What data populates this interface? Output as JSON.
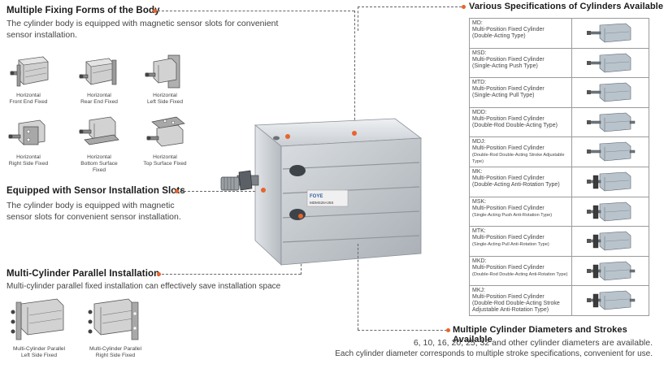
{
  "fixing": {
    "title": "Multiple Fixing Forms of the Body",
    "desc_line1": "The cylinder body is equipped with magnetic sensor slots for convenient",
    "desc_line2": "sensor installation.",
    "items": [
      {
        "line1": "Horizontal",
        "line2": "Front End Fixed"
      },
      {
        "line1": "Horizontal",
        "line2": "Rear End Fixed"
      },
      {
        "line1": "Horizontal",
        "line2": "Left Side Fixed"
      },
      {
        "line1": "Horizontal",
        "line2": "Right Side Fixed"
      },
      {
        "line1": "Horizontal",
        "line2": "Bottom Surface Fixed"
      },
      {
        "line1": "Horizontal",
        "line2": "Top Surface Fixed"
      }
    ]
  },
  "sensor": {
    "title": "Equipped with Sensor Installation Slots",
    "desc_line1": "The cylinder body is equipped with magnetic",
    "desc_line2": "sensor slots for convenient sensor installation."
  },
  "parallel": {
    "title": "Multi-Cylinder Parallel Installation",
    "desc": "Multi-cylinder parallel fixed installation can effectively save installation space",
    "items": [
      {
        "line1": "Multi-Cylinder Parallel",
        "line2": "Left Side Fixed"
      },
      {
        "line1": "Multi-Cylinder Parallel",
        "line2": "Right Side Fixed"
      }
    ]
  },
  "product": {
    "brand": "FOYE",
    "model": "MDMS25×25S"
  },
  "specs": {
    "title": "Various Specifications of Cylinders Available",
    "rows": [
      {
        "code": "MD:",
        "l1": "Multi-Position Fixed Cylinder",
        "l2": "(Double-Acting Type)",
        "l3": ""
      },
      {
        "code": "MSD:",
        "l1": "Multi-Position Fixed Cylinder",
        "l2": " (Single-Acting Push Type)",
        "l3": ""
      },
      {
        "code": "MTD:",
        "l1": "Multi-Position Fixed Cylinder",
        "l2": "(Single-Acting Pull Type)",
        "l3": ""
      },
      {
        "code": "MDD:",
        "l1": "Multi-Position Fixed Cylinder",
        "l2": "(Double-Rod Double-Acting Type)",
        "l3": ""
      },
      {
        "code": "MDJ:",
        "l1": "Multi-Position Fixed Cylinder",
        "l2": "(Double-Rod Double-Acting Stroke Adjustable Type)",
        "l3": ""
      },
      {
        "code": "MK:",
        "l1": "Multi-Position Fixed Cylinder",
        "l2": "(Double-Acting Anti-Rotation Type)",
        "l3": ""
      },
      {
        "code": "MSK:",
        "l1": "Multi-Position Fixed Cylinder",
        "l2": "(Single-Acting Push Anti-Rotation Type)",
        "l3": ""
      },
      {
        "code": "MTK:",
        "l1": "Multi-Position Fixed Cylinder",
        "l2": "(Single-Acting Pull Anti-Rotation Type)",
        "l3": ""
      },
      {
        "code": "MKD:",
        "l1": "Multi-Position Fixed Cylinder",
        "l2": "(Double-Rod Double-Acting Anti-Rotation Type)",
        "l3": ""
      },
      {
        "code": "MKJ:",
        "l1": "Multi-Position Fixed Cylinder",
        "l2": "(Double-Rod Double-Acting Stroke",
        "l3": "Adjustable Anti-Rotation Type)"
      }
    ]
  },
  "diameters": {
    "title": "Multiple Cylinder Diameters and Strokes Available",
    "desc_line1": "6, 10, 16, 20, 25, 32 and other cylinder diameters are available.",
    "desc_line2": "Each cylinder diameter corresponds to multiple stroke specifications, convenient for use."
  },
  "colors": {
    "accent": "#e8642c",
    "text": "#444444",
    "cylinder_body": "#c8cdd2",
    "thumb_body": "#b9b9b9"
  }
}
